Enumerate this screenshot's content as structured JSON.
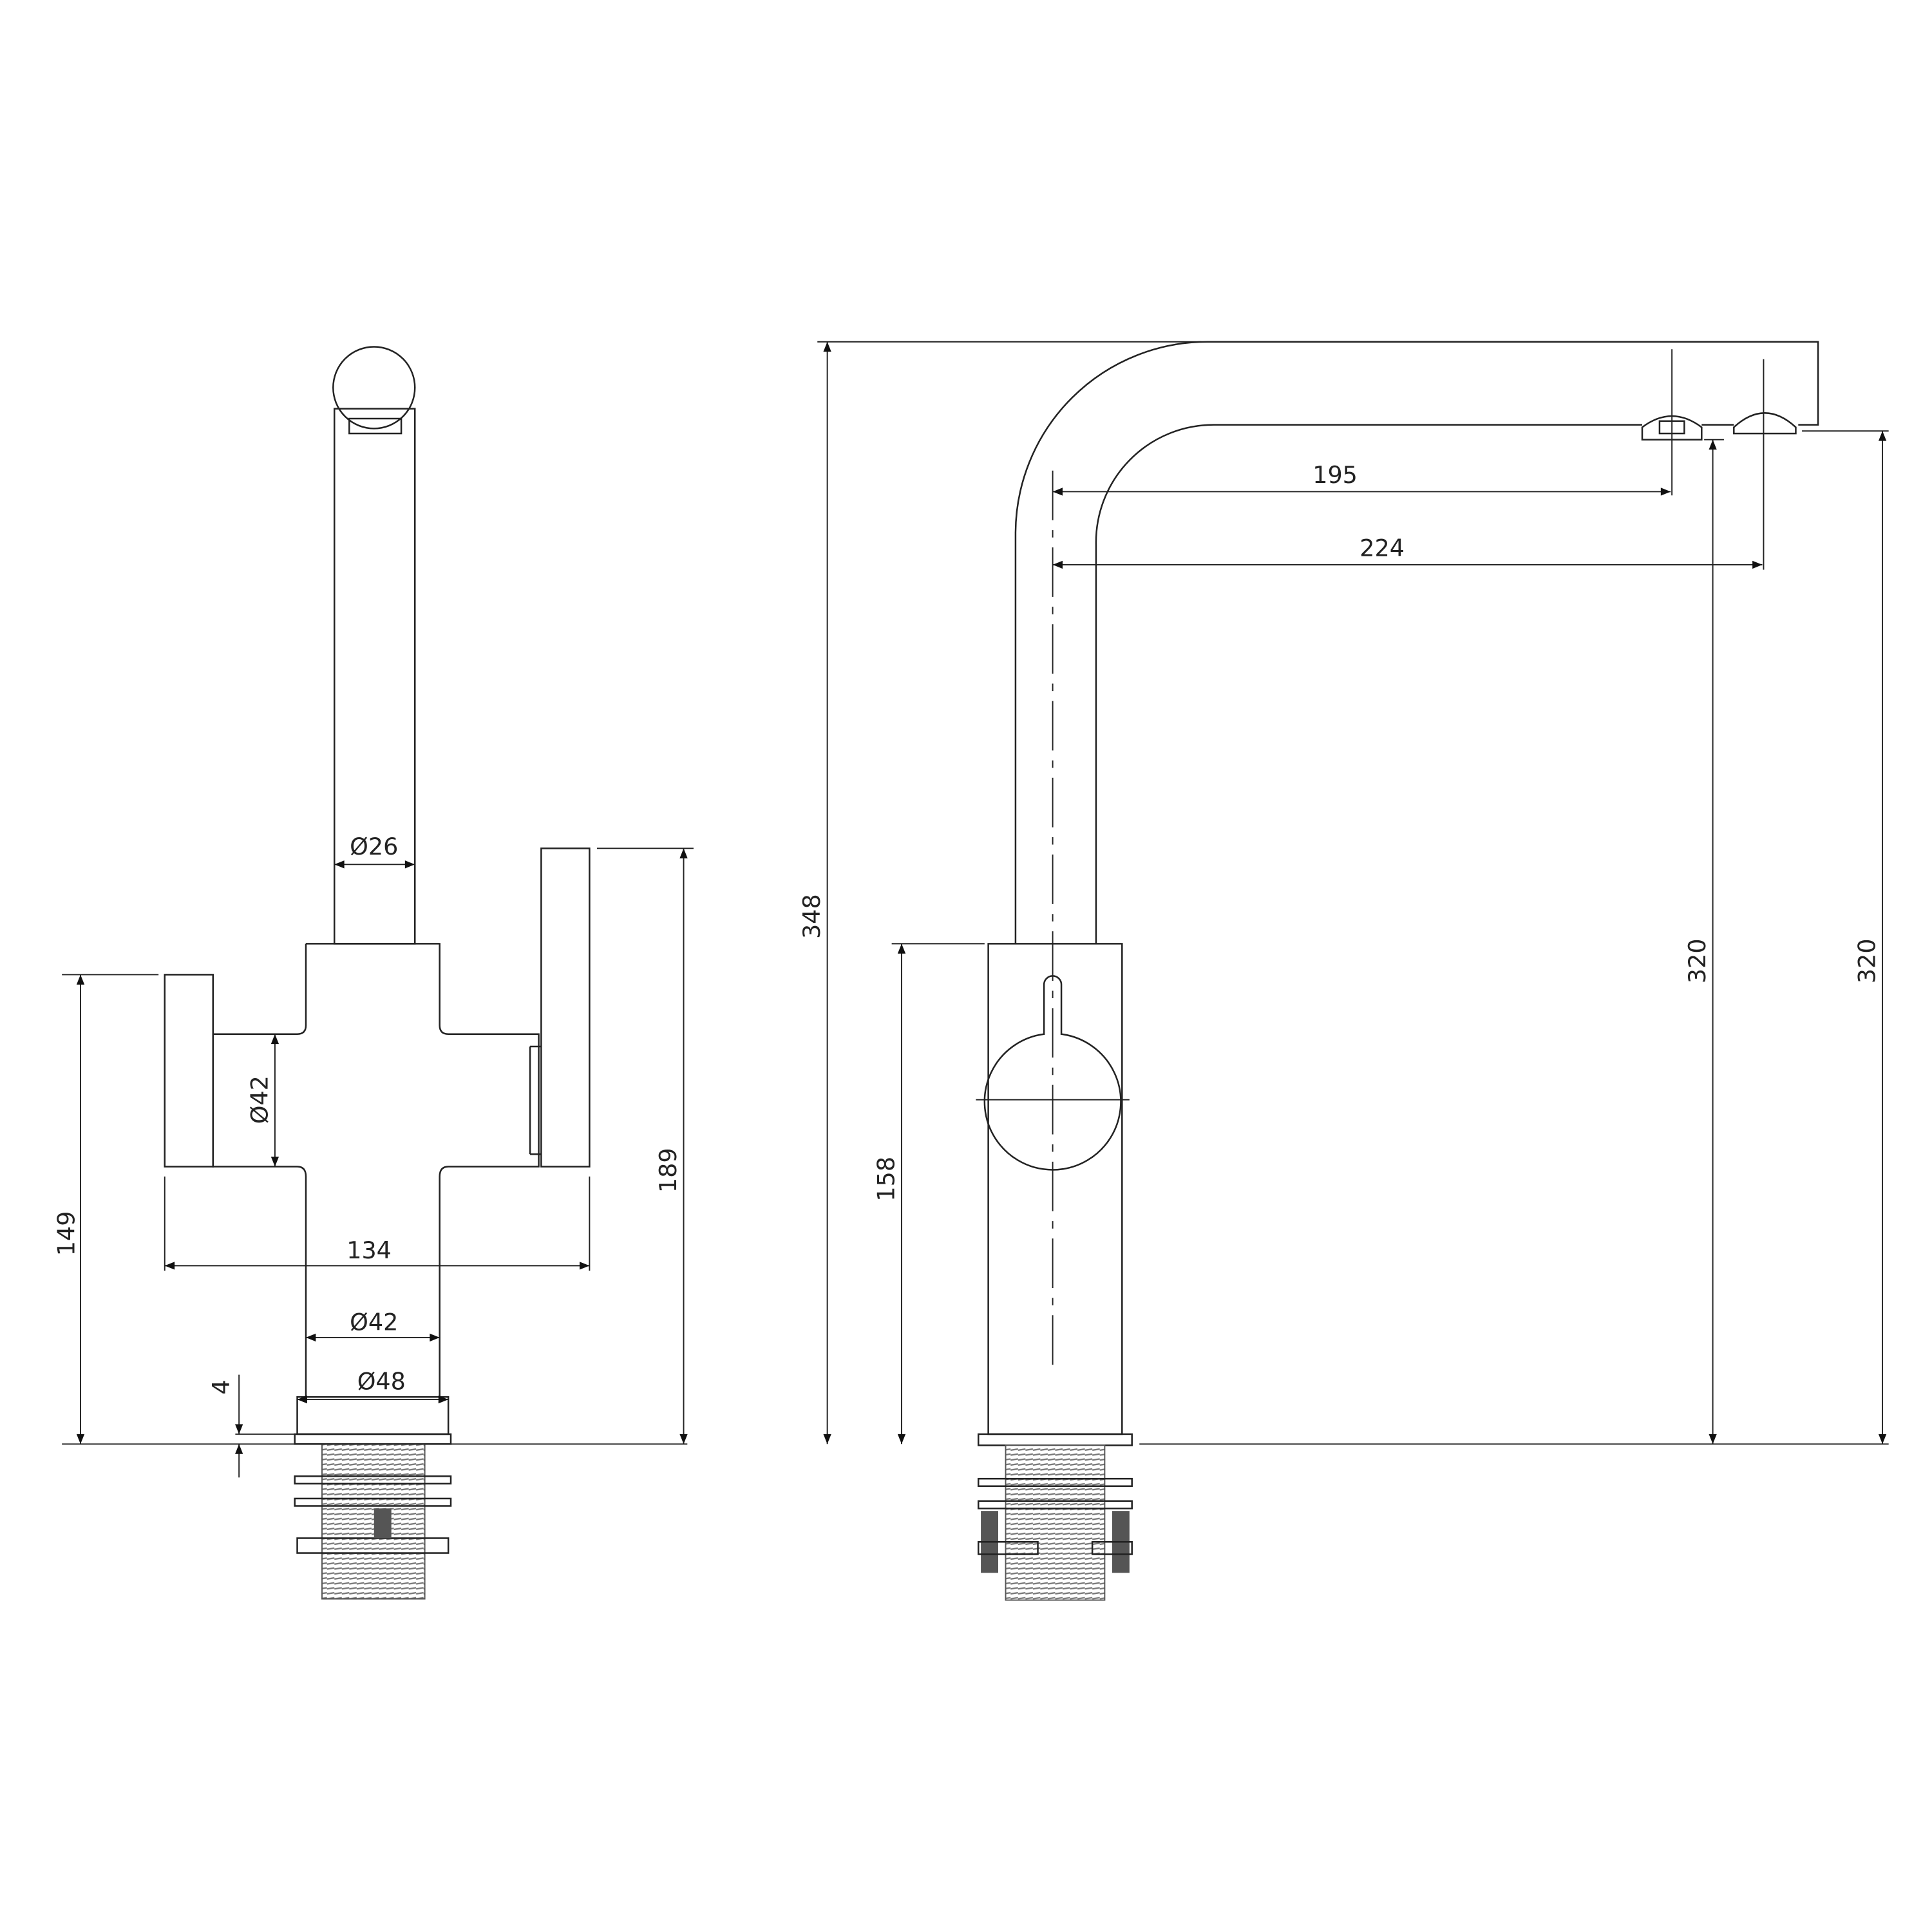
{
  "front_view": {
    "spout_diameter": "Ø26",
    "handle_diameter": "Ø42",
    "handle_span": "134",
    "body_diameter": "Ø42",
    "flange_diameter": "Ø48",
    "flange_thickness": "4",
    "handle_height": "149",
    "body_height": "189"
  },
  "side_view": {
    "total_height": "348",
    "body_height": "158",
    "reach_outlet_1": "195",
    "reach_outlet_2": "224",
    "clearance_outlet_1": "320",
    "clearance_outlet_2": "320"
  },
  "colors": {
    "line": "#222222",
    "background": "#ffffff"
  }
}
